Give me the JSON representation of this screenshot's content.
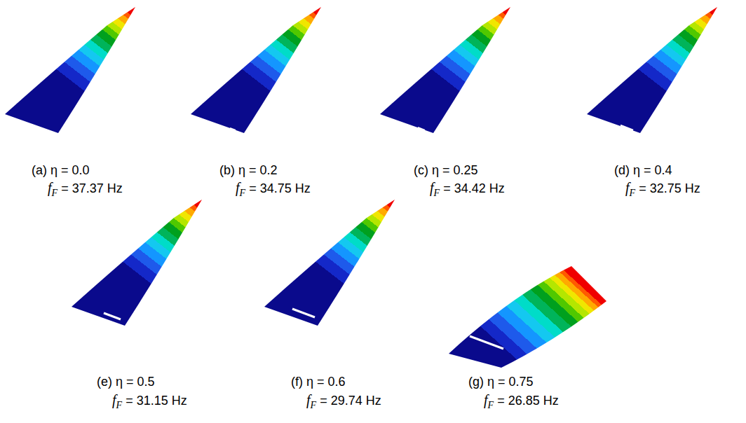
{
  "diagram": {
    "labels": [
      "(a) η = 0.0",
      "f",
      "F",
      "= 37.37 Hz",
      "(b) η = 0.2",
      "f",
      "F",
      "= 34.75 Hz",
      "(c) η = 0.25",
      "f",
      "F",
      "= 34.42 Hz",
      "(d) η = 0.4",
      "f",
      "F",
      "= 32.75 Hz",
      "(e) η = 0.5",
      "f",
      "F",
      "= 31.15 Hz",
      "(f) η = 0.6",
      "f",
      "F",
      "= 29.74 Hz",
      "(g) η = 0.75",
      "f",
      "F",
      "= 26.85 Hz"
    ]
  }
}
